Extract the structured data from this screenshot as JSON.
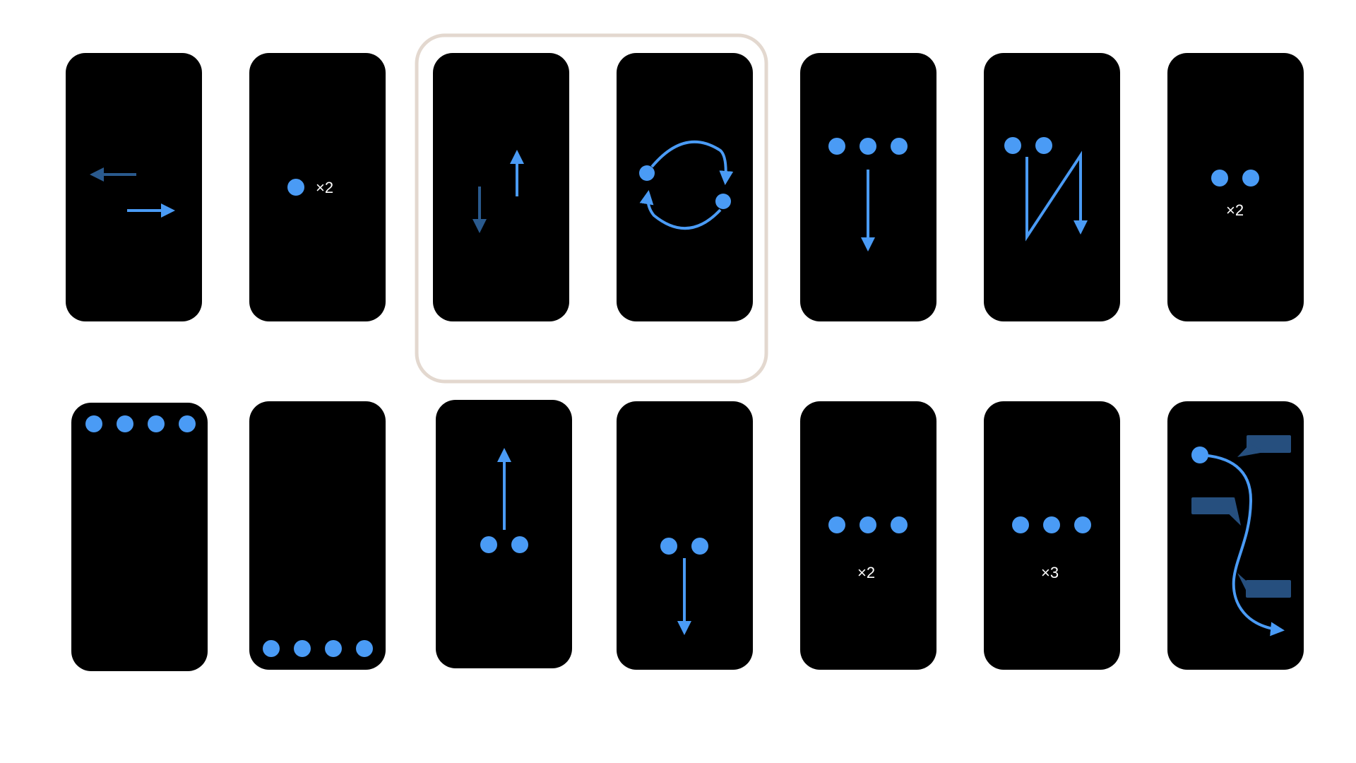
{
  "colors": {
    "background": "#ffffff",
    "phone": "#000000",
    "touch_point": "#4a9bf5",
    "motion_arrow": "#4a9bf5",
    "secondary_arrow": "#2a5a8e",
    "popup_card": "#264f7e",
    "group_highlight_border": "#e3d8cf"
  },
  "gestures": [
    {
      "id": "flick-left-right",
      "icon": "horizontal-flick-arrows-icon"
    },
    {
      "id": "one-finger-double-tap",
      "icon": "single-touch-point-icon",
      "label": "×2"
    },
    {
      "id": "flick-up-down",
      "icon": "vertical-flick-arrows-icon"
    },
    {
      "id": "two-finger-rotate",
      "icon": "rotate-arrows-icon"
    },
    {
      "id": "three-finger-swipe-down",
      "icon": "three-finger-swipe-down-icon"
    },
    {
      "id": "two-finger-scrub",
      "icon": "z-scrub-icon"
    },
    {
      "id": "two-finger-double-tap",
      "icon": "two-touch-points-icon",
      "label": "×2"
    },
    {
      "id": "four-finger-tap-top",
      "icon": "four-touch-points-top-icon"
    },
    {
      "id": "four-finger-tap-bottom",
      "icon": "four-touch-points-bottom-icon"
    },
    {
      "id": "two-finger-swipe-up",
      "icon": "two-finger-swipe-up-icon"
    },
    {
      "id": "two-finger-swipe-down",
      "icon": "two-finger-swipe-down-icon"
    },
    {
      "id": "three-finger-double-tap",
      "icon": "three-touch-points-icon",
      "label": "×2"
    },
    {
      "id": "three-finger-triple-tap",
      "icon": "three-touch-points-icon",
      "label": "×3"
    },
    {
      "id": "drag-to-explore",
      "icon": "drag-path-with-popups-icon"
    }
  ]
}
